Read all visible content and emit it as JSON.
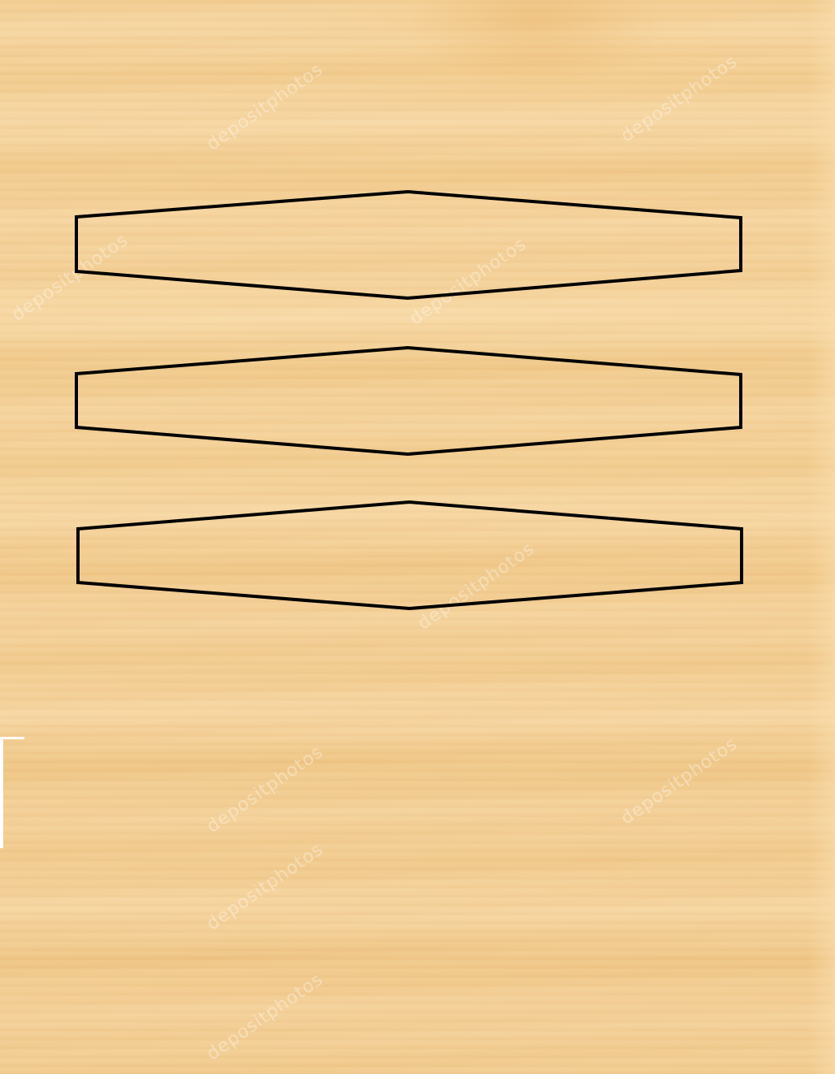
{
  "background": {
    "material": "light wood veneer",
    "base_color": "#f5d49e",
    "watermark_text": "depositphotos"
  },
  "shapes": {
    "count": 3,
    "kind": "elongated hexagon outline",
    "stroke_color": "#000000",
    "fill": "none"
  }
}
